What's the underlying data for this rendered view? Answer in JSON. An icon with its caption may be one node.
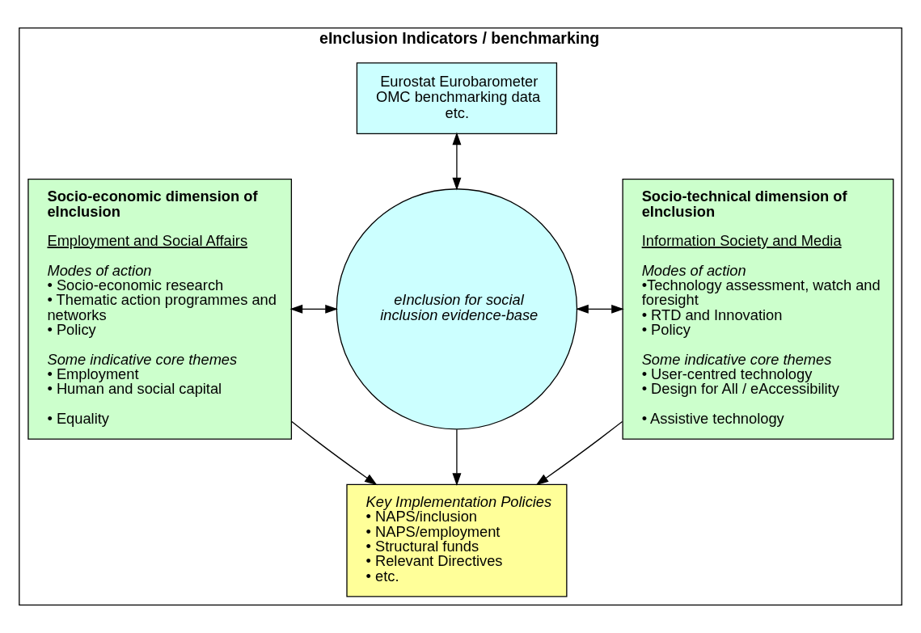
{
  "diagram": {
    "nodes": [
      {
        "text": [
          "eInclusion Indicators / benchmarking"
        ]
      },
      {
        "text": [
          "Eurostat Eurobarometer OMC benchmarking data etc."
        ],
        "in": 0
      },
      {
        "text": [
          "Socio-economic dimension of eInclusion",
          "Employment and Social Affairs",
          "Modes of action",
          "• Socio-economic research",
          "• Thematic action programmes and networks",
          "• Policy",
          "Some indicative core themes",
          "• Employment",
          "• Human and social capital",
          "• Equality"
        ],
        "in": 0
      },
      {
        "text": [
          "eInclusion for social inclusion evidence-base"
        ],
        "in": 0
      },
      {
        "text": [
          "Socio-technical dimension of eInclusion",
          "Information Society and Media",
          "Modes of action",
          "•Technology assessment, watch and foresight",
          "• RTD and Innovation",
          "• Policy",
          "Some indicative core themes",
          "• User-centred technology",
          "• Design for All / eAccessibility",
          "• Assistive technology"
        ],
        "in": 0
      },
      {
        "text": [
          "Key Implementation Policies",
          "• NAPS/inclusion",
          "• NAPS/employment",
          "• Structural funds",
          "• Relevant Directives",
          "• etc."
        ],
        "in": 0
      }
    ],
    "edges": [
      {
        "from": 1,
        "to": 3,
        "arrow": "both"
      },
      {
        "from": 2,
        "to": 3,
        "arrow": "both"
      },
      {
        "from": 3,
        "to": 4,
        "arrow": "both"
      },
      {
        "from": 2,
        "to": 5,
        "arrow": "to"
      },
      {
        "from": 3,
        "to": 5,
        "arrow": "to"
      },
      {
        "from": 4,
        "to": 5,
        "arrow": "to"
      }
    ]
  }
}
